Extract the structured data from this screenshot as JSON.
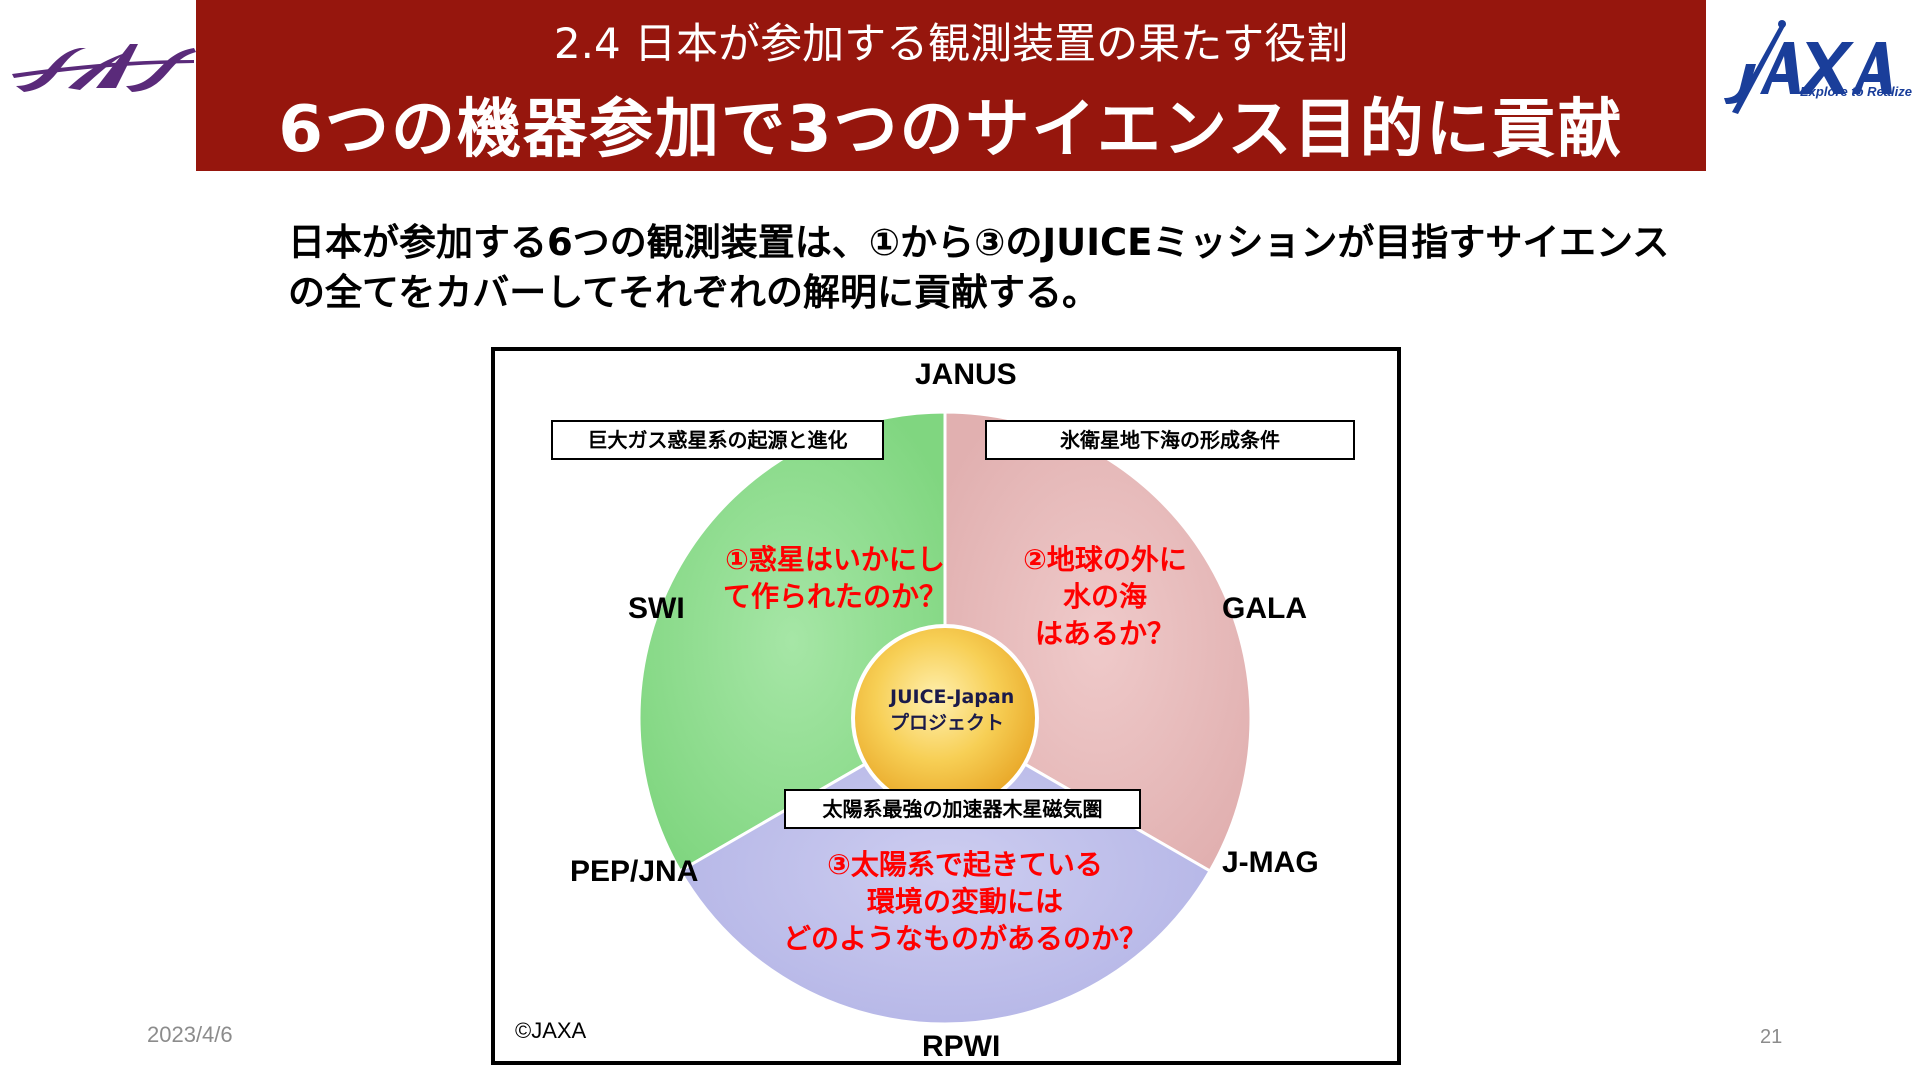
{
  "header": {
    "subtitle": "2.4 日本が参加する観測装置の果たす役割",
    "title": "6つの機器参加で3つのサイエンス目的に貢献",
    "left_logo": "ISAS",
    "right_logo": "JAXA",
    "right_logo_tagline": "Explore to Realize",
    "banner_color": "#96160d"
  },
  "intro": {
    "line1": "日本が参加する6つの観測装置は、①から③のJUICEミッションが目指すサイエンス",
    "line2": "の全てをカバーしてそれぞれの解明に貢献する。"
  },
  "diagram": {
    "instruments": {
      "top": "JANUS",
      "left": "SWI",
      "right": "GALA",
      "lower_left": "PEP/JNA",
      "lower_right": "J-MAG",
      "bottom": "RPWI"
    },
    "themes": {
      "green": "巨大ガス惑星系の起源と進化",
      "red": "氷衛星地下海の形成条件",
      "blue": "太陽系最強の加速器木星磁気圏"
    },
    "questions": {
      "q1": [
        "①惑星はいかにし",
        "て作られたのか？"
      ],
      "q2": [
        "②地球の外に",
        "水の海",
        "はあるか？"
      ],
      "q3": [
        "③太陽系で起きている",
        "環境の変動には",
        "どのようなものがあるのか？"
      ]
    },
    "center": [
      "JUICE-Japan",
      "プロジェクト"
    ],
    "copyright": "©JAXA",
    "colors": {
      "green": "#88d888",
      "red": "#e6b8b8",
      "blue": "#babbe8",
      "center": "#f5c842",
      "question_text": "#ff0000"
    }
  },
  "footer": {
    "date": "2023/4/6",
    "page": "21"
  }
}
